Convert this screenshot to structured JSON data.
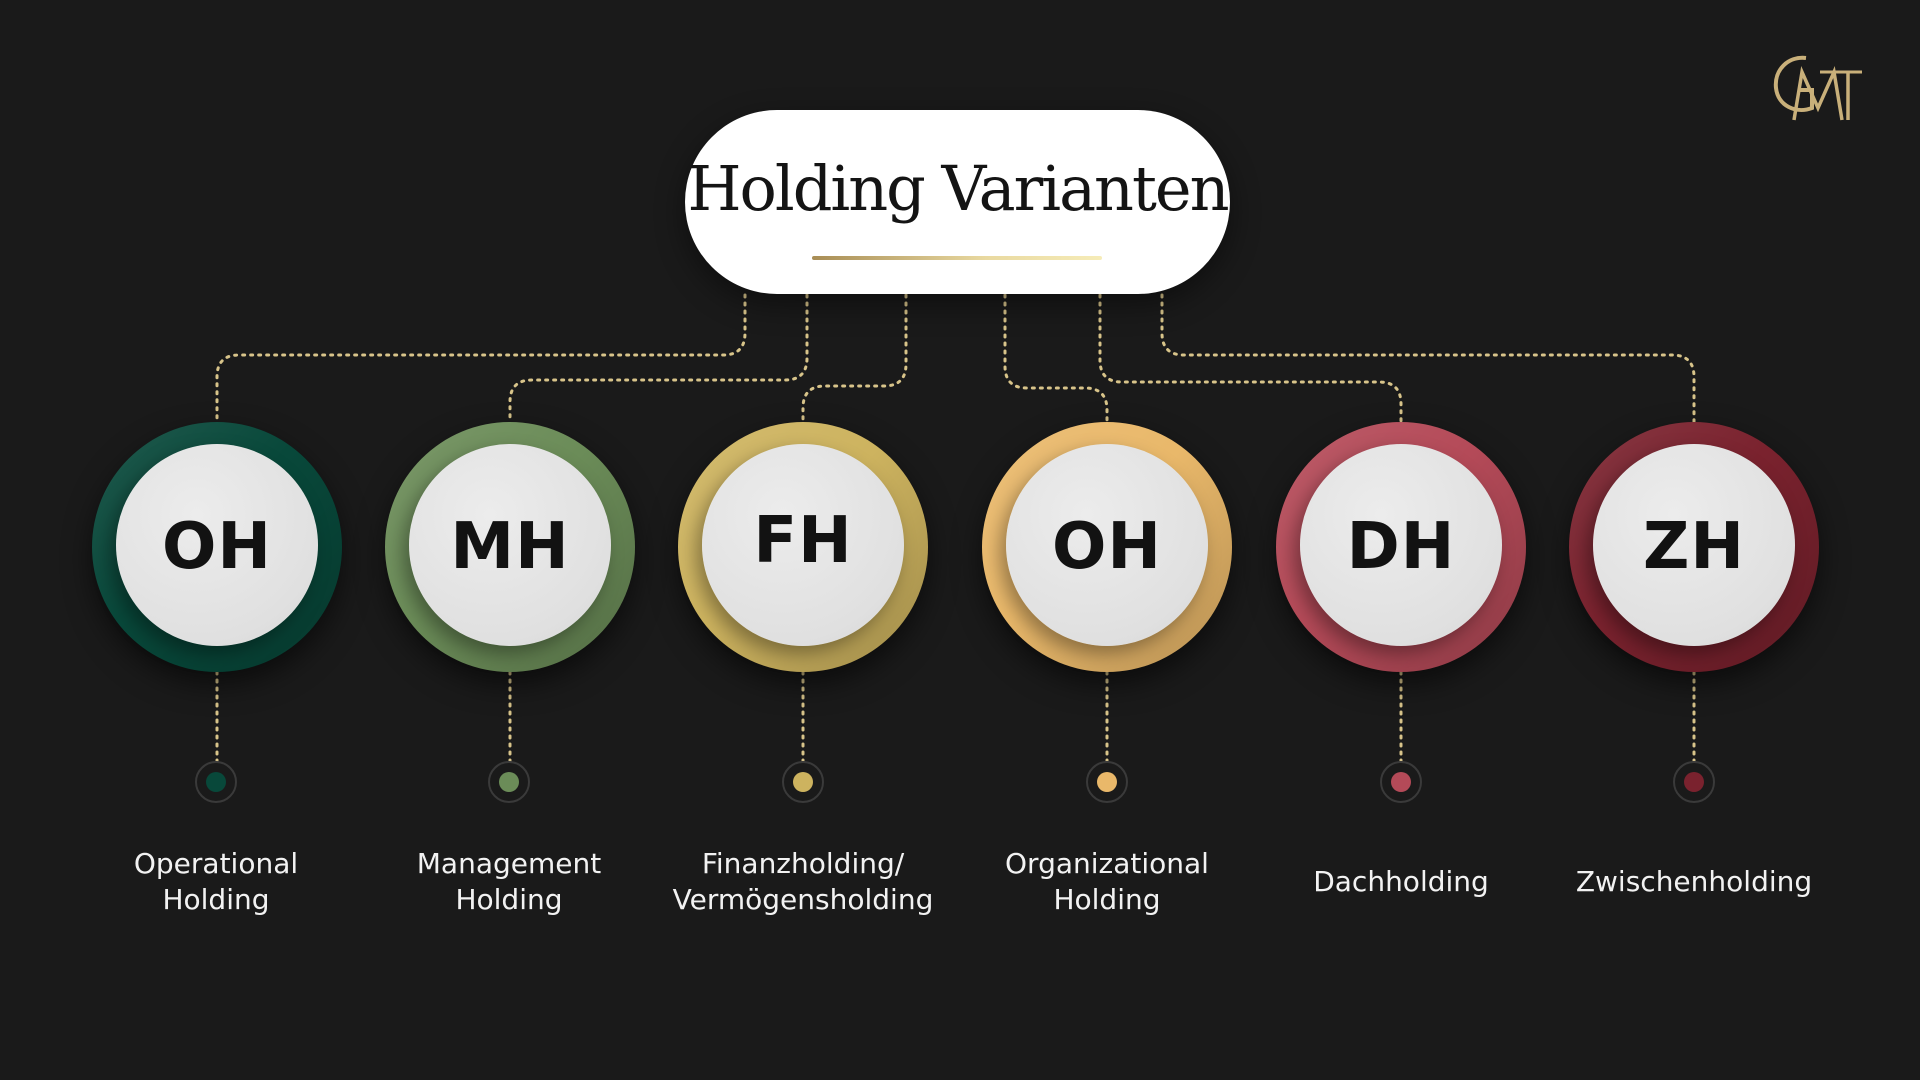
{
  "title": "Holding Varianten",
  "logo": {
    "icon": "gm-monogram-icon",
    "color": "#c9b07a"
  },
  "connector_color": "#d8c48a",
  "nodes": [
    {
      "abbr": "OH",
      "label": "Operational\nHolding",
      "color": "#08483a"
    },
    {
      "abbr": "MH",
      "label": "Management\nHolding",
      "color": "#6b8c58"
    },
    {
      "abbr": "FH",
      "label": "Finanzholding/\nVermögensholding",
      "color": "#cdb35f"
    },
    {
      "abbr": "OH",
      "label": "Organizational\nHolding",
      "color": "#e9b86a"
    },
    {
      "abbr": "DH",
      "label": "Dachholding",
      "color": "#b44a58"
    },
    {
      "abbr": "ZH",
      "label": "Zwischenholding",
      "color": "#7a222e"
    }
  ]
}
